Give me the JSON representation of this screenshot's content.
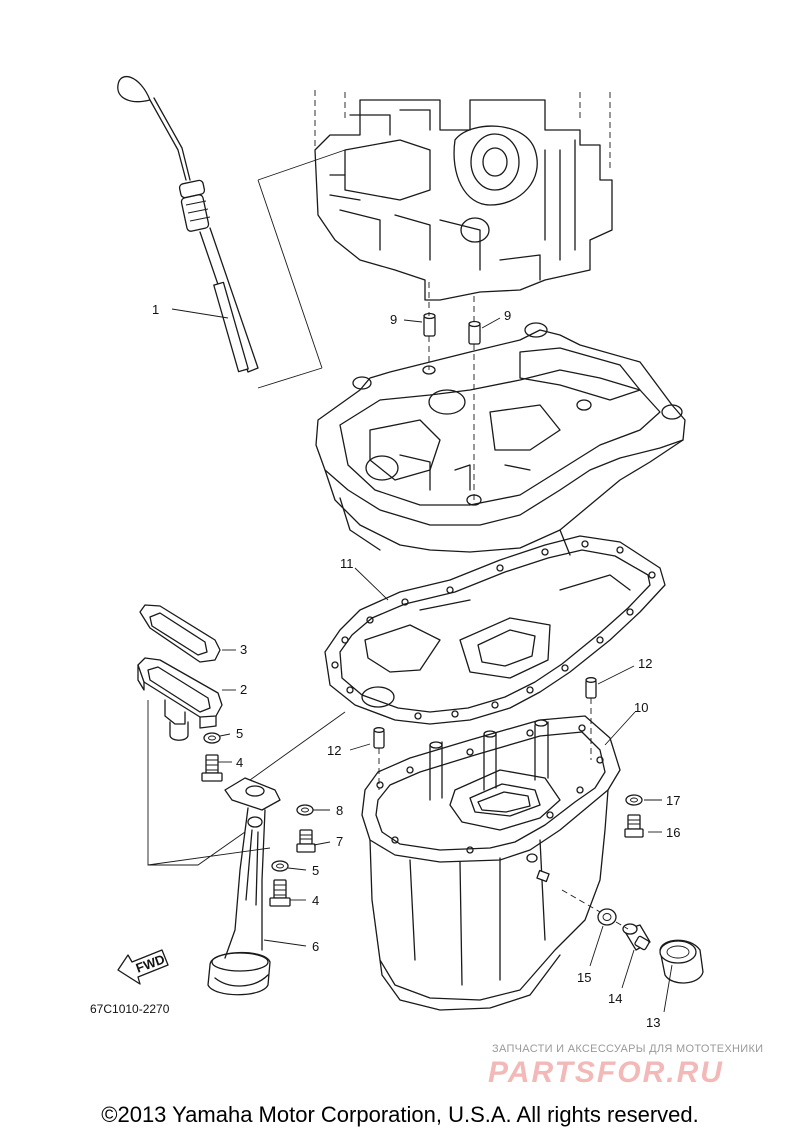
{
  "diagram": {
    "callouts": [
      {
        "id": "1",
        "label": "1"
      },
      {
        "id": "2",
        "label": "2"
      },
      {
        "id": "3",
        "label": "3"
      },
      {
        "id": "4a",
        "label": "4"
      },
      {
        "id": "4b",
        "label": "4"
      },
      {
        "id": "5a",
        "label": "5"
      },
      {
        "id": "5b",
        "label": "5"
      },
      {
        "id": "6",
        "label": "6"
      },
      {
        "id": "7",
        "label": "7"
      },
      {
        "id": "8",
        "label": "8"
      },
      {
        "id": "9a",
        "label": "9"
      },
      {
        "id": "9b",
        "label": "9"
      },
      {
        "id": "10",
        "label": "10"
      },
      {
        "id": "11",
        "label": "11"
      },
      {
        "id": "12a",
        "label": "12"
      },
      {
        "id": "12b",
        "label": "12"
      },
      {
        "id": "13",
        "label": "13"
      },
      {
        "id": "14",
        "label": "14"
      },
      {
        "id": "15",
        "label": "15"
      },
      {
        "id": "16",
        "label": "16"
      },
      {
        "id": "17",
        "label": "17"
      }
    ],
    "fwd_label": "FWD",
    "part_code": "67C1010-2270"
  },
  "watermark": {
    "tagline": "ЗАПЧАСТИ И АКСЕССУАРЫ ДЛЯ МОТОТЕХНИКИ",
    "logo": "PARTSFOR.RU"
  },
  "copyright": "©2013 Yamaha Motor Corporation, U.S.A. All rights reserved."
}
